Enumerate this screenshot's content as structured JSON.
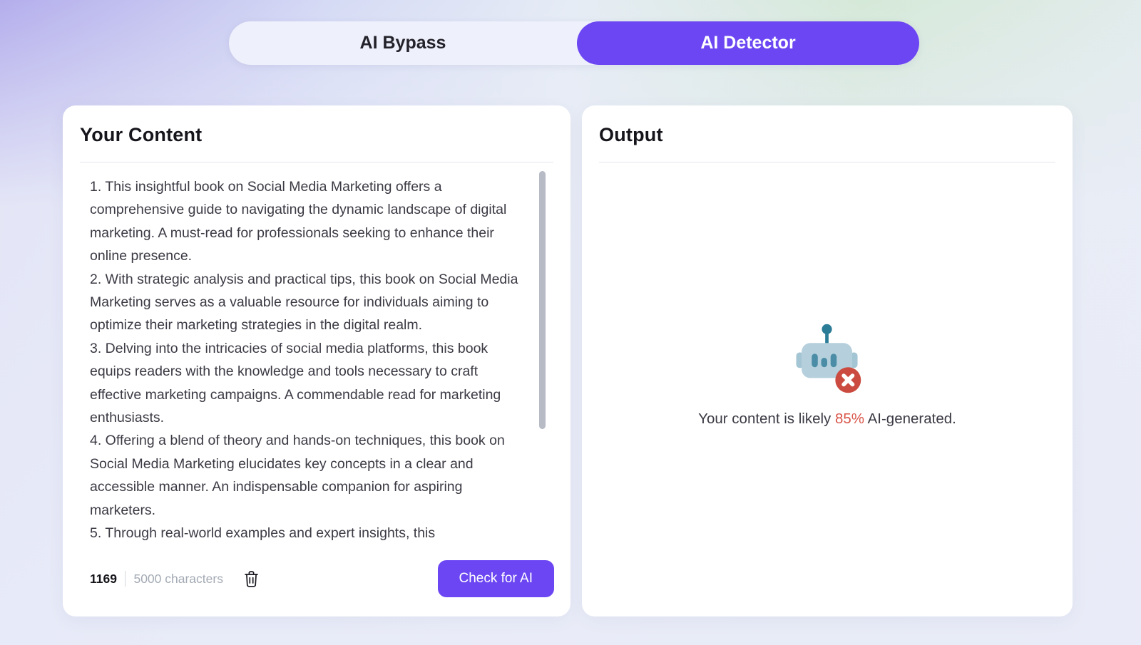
{
  "tabs": {
    "bypass_label": "AI Bypass",
    "detector_label": "AI Detector"
  },
  "content_panel": {
    "title": "Your Content",
    "text": "1. This insightful book on Social Media Marketing offers a comprehensive guide to navigating the dynamic landscape of digital marketing. A must-read for professionals seeking to enhance their online presence.\n2. With strategic analysis and practical tips, this book on Social Media Marketing serves as a valuable resource for individuals aiming to optimize their marketing strategies in the digital realm.\n3. Delving into the intricacies of social media platforms, this book equips readers with the knowledge and tools necessary to craft effective marketing campaigns. A commendable read for marketing enthusiasts.\n4. Offering a blend of theory and hands-on techniques, this book on Social Media Marketing elucidates key concepts in a clear and accessible manner. An indispensable companion for aspiring marketers.\n5. Through real-world examples and expert insights, this",
    "char_count": "1169",
    "char_limit": "5000 characters",
    "check_button_label": "Check for AI"
  },
  "output_panel": {
    "title": "Output",
    "result": {
      "prefix": "Your content is likely ",
      "percent": "85%",
      "suffix": " AI-generated."
    }
  },
  "icons": {
    "trash": "trash-icon",
    "robot": "robot-error-icon",
    "error_badge": "error-cross-icon"
  },
  "colors": {
    "accent": "#6B46F2",
    "error_red": "#D9564A",
    "robot_body": "#B5D0DC",
    "robot_dark": "#2B7C97",
    "badge_red": "#CB4B40"
  }
}
